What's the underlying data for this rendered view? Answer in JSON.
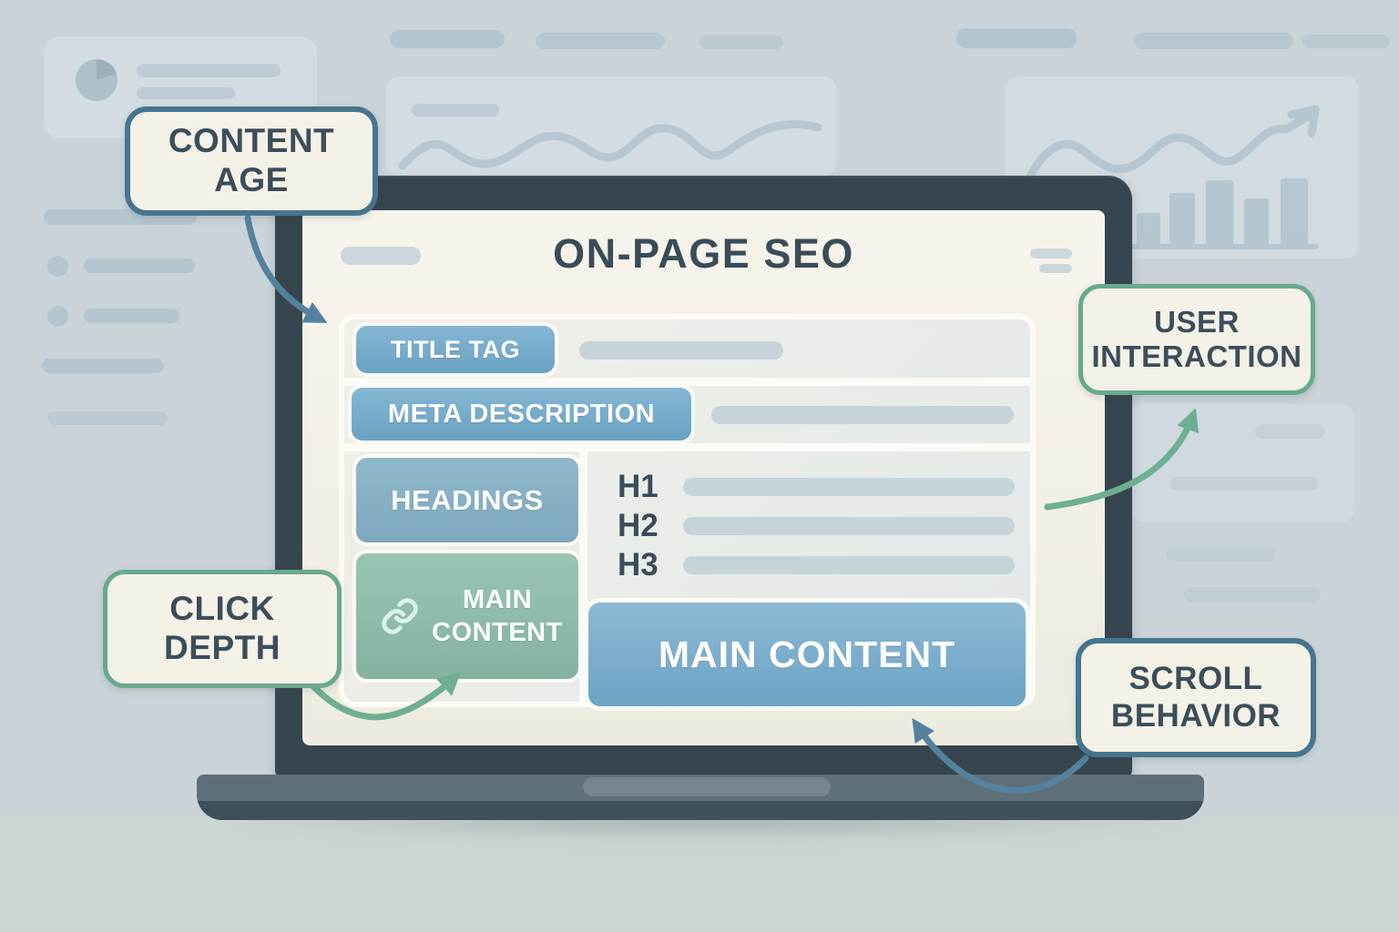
{
  "screen": {
    "title": "ON-PAGE SEO",
    "boxes": {
      "title_tag": "TITLE TAG",
      "meta_description": "META DESCRIPTION",
      "headings": "HEADINGS",
      "main_content_small": "MAIN CONTENT",
      "main_content_large": "MAIN CONTENT"
    },
    "heading_levels": [
      "H1",
      "H2",
      "H3"
    ]
  },
  "callouts": {
    "content_age": "CONTENT\nAGE",
    "user_interaction": "USER\nINTERACTION",
    "click_depth": "CLICK\nDEPTH",
    "scroll_behavior": "SCROLL\nBEHAVIOR"
  },
  "icons": {
    "main_content_icon": "chain-link-icon",
    "background_left_card": "pie-chart-icon",
    "background_center_card": "line-chart-decoration",
    "background_right_card": "line-and-bar-chart-decoration"
  },
  "colors": {
    "background": "#c9d3d8",
    "screen_background": "#f4f1e7",
    "laptop_body": "#37454f",
    "box_blue": "#6aa1c2",
    "box_teal": "#84b3a0",
    "callout_background": "#f4f1e6",
    "callout_border_blue": "#47758f",
    "callout_border_green": "#68a98c",
    "arrow_blue": "#55819f",
    "arrow_green": "#6fae93",
    "text_dark": "#3a4c59",
    "placeholder_line": "#c6d4da"
  }
}
